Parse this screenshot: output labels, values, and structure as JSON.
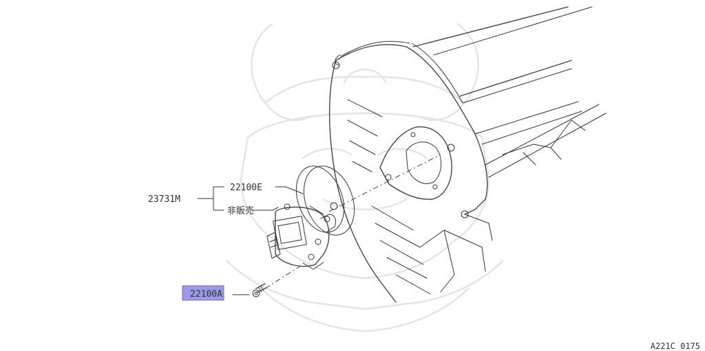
{
  "callouts": {
    "assembly": "23731M",
    "sensor": "22100E",
    "not_sold": "非販売",
    "bolt": "22100A"
  },
  "caption": "A221C 0175",
  "highlight_color": "#9a9ae6"
}
